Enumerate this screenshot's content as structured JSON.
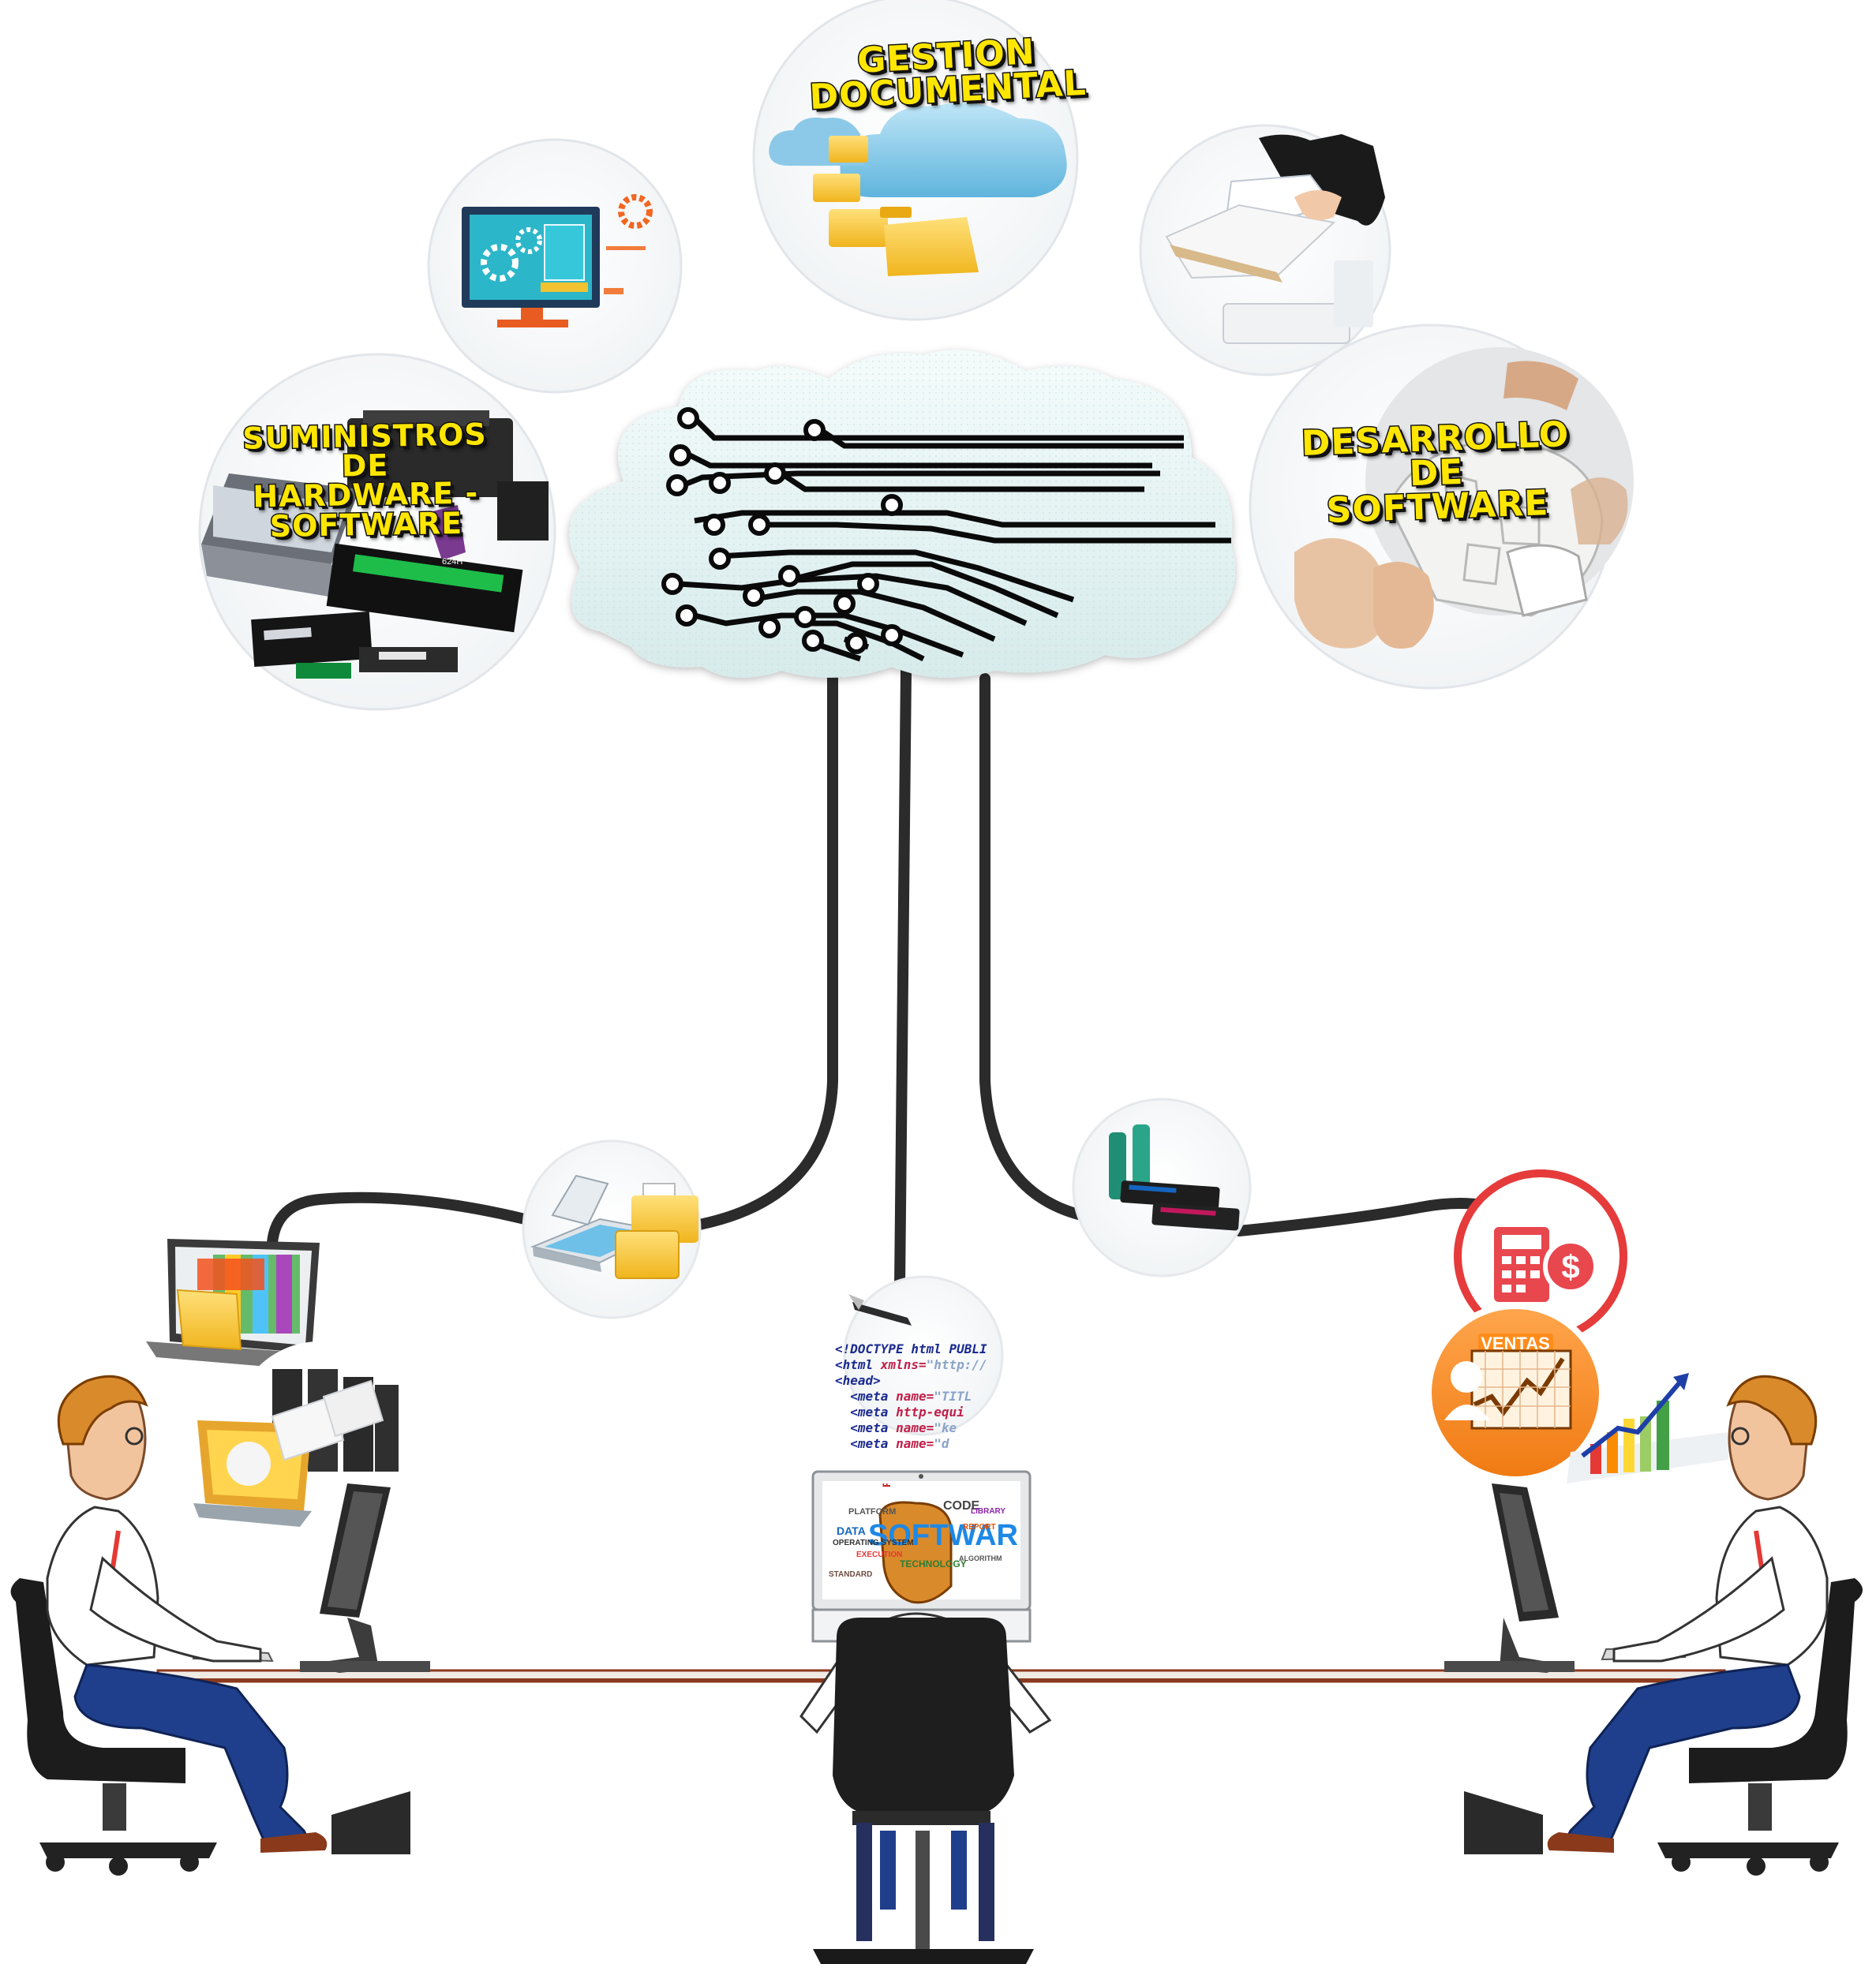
{
  "diagram": {
    "labels": {
      "gestion_documental": [
        "GESTION",
        "DOCUMENTAL"
      ],
      "suministros": [
        "SUMINISTROS",
        "DE",
        "HARDWARE -",
        "SOFTWARE"
      ],
      "desarrollo": [
        "DESARROLLO",
        "DE",
        "SOFTWARE"
      ]
    },
    "screen_code": {
      "lines": [
        {
          "tag": "<!DOCTYPE html PUBLI",
          "attr": "",
          "val": ""
        },
        {
          "tag": "<html ",
          "attr": "xmlns=",
          "val": "\"http://"
        },
        {
          "tag": "<head>",
          "attr": "",
          "val": ""
        },
        {
          "tag": "  <meta ",
          "attr": "name=",
          "val": "\"TITL"
        },
        {
          "tag": "  <meta ",
          "attr": "http-equi",
          "val": ""
        },
        {
          "tag": "  <meta ",
          "attr": "name=",
          "val": "\"ke"
        },
        {
          "tag": "  <meta ",
          "attr": "name=",
          "val": "\"d"
        }
      ]
    },
    "monitor_wordcloud": [
      "PLATFORM",
      "PROGRAM",
      "DATA",
      "SOFTWARE",
      "OPERATING SYSTEM",
      "EXECUTION",
      "REPORT",
      "CODE",
      "LIBRARY",
      "ALGORITHM",
      "TECHNOLOGY",
      "STANDARD"
    ],
    "sales_badge": "VENTAS",
    "toner_code": "624H",
    "colors": {
      "label_yellow": "#ffe600",
      "cable": "#2b2b2b",
      "cloud": "#e4f1f1",
      "desk": "#8b3a1e",
      "shirt_blue": "#1f3f8c",
      "hair": "#d98a2b"
    },
    "icons": [
      "cloud-circuit-icon",
      "scanner-folder-icon",
      "code-document-icon",
      "toner-cartridge-icon",
      "calculator-dollar-icon",
      "sales-chart-icon",
      "bar-chart-icon",
      "laptop-folder-icon",
      "monitor-gears-icon",
      "folders-cloud-icon",
      "paper-handover-icon",
      "puzzle-globe-icon",
      "printer-laptop-icon"
    ]
  }
}
